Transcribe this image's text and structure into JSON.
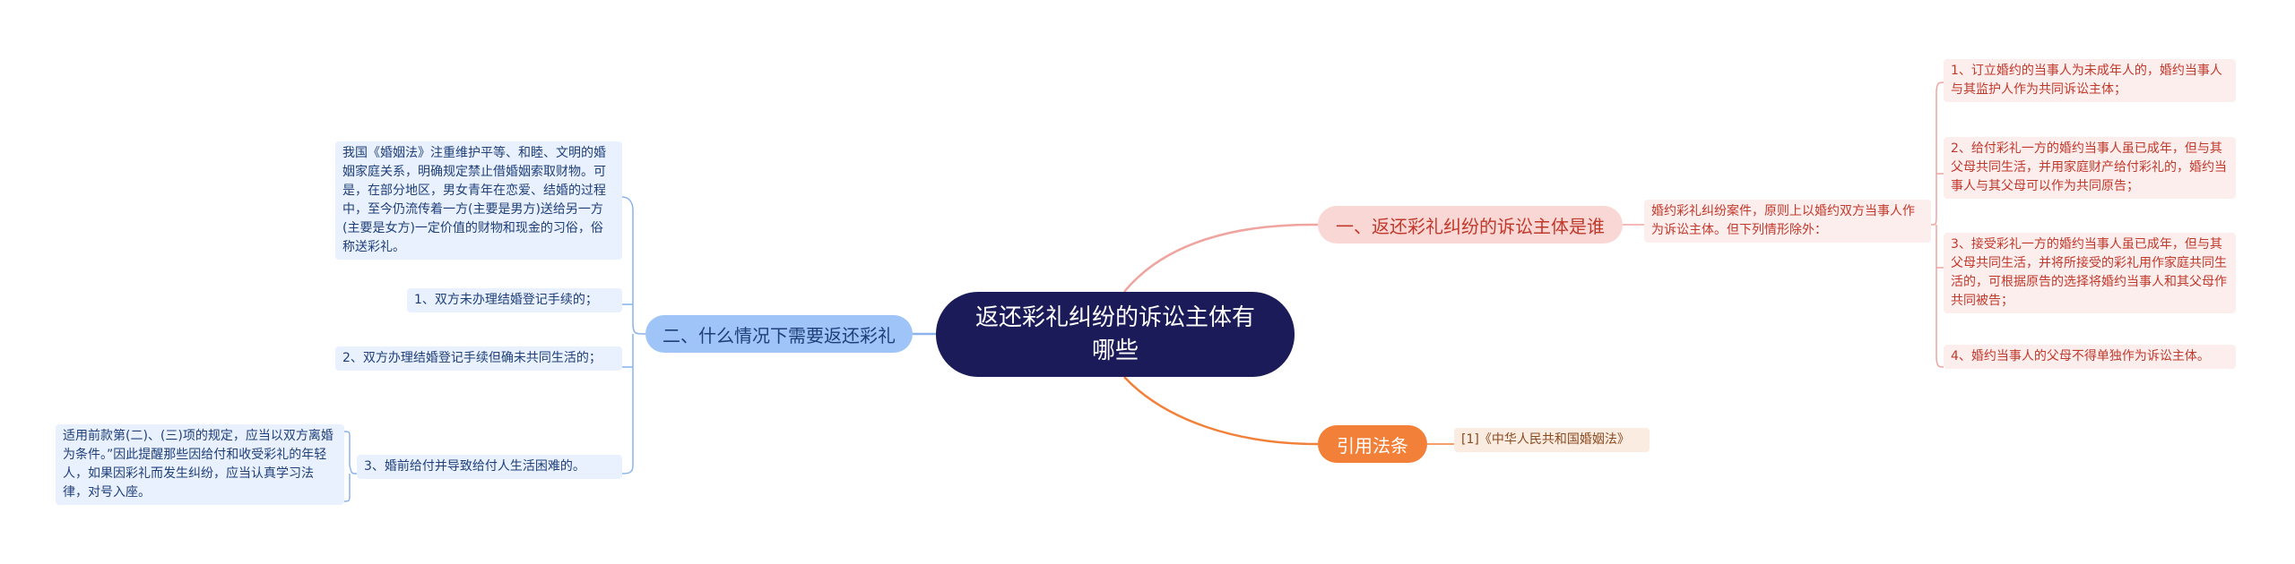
{
  "root": {
    "title": "返还彩礼纠纷的诉讼主体有哪些"
  },
  "branches": {
    "parties": {
      "label": "一、返还彩礼纠纷的诉讼主体是谁",
      "intro": "婚约彩礼纠纷案件，原则上以婚约双方当事人作为诉讼主体。但下列情形除外：",
      "items": [
        "1、订立婚约的当事人为未成年人的，婚约当事人与其监护人作为共同诉讼主体；",
        "2、给付彩礼一方的婚约当事人虽已成年，但与其父母共同生活，并用家庭财产给付彩礼的，婚约当事人与其父母可以作为共同原告；",
        "3、接受彩礼一方的婚约当事人虽已成年，但与其父母共同生活，并将所接受的彩礼用作家庭共同生活的，可根据原告的选择将婚约当事人和其父母作共同被告；",
        "4、婚约当事人的父母不得单独作为诉讼主体。"
      ]
    },
    "when": {
      "label": "二、什么情况下需要返还彩礼",
      "background": "我国《婚姻法》注重维护平等、和睦、文明的婚姻家庭关系，明确规定禁止借婚姻索取财物。可是，在部分地区，男女青年在恋爱、结婚的过程中，至今仍流传着一方(主要是男方)送给另一方(主要是女方)一定价值的财物和现金的习俗，俗称送彩礼。",
      "items": [
        "1、双方未办理结婚登记手续的；",
        "2、双方办理结婚登记手续但确未共同生活的；",
        "3、婚前给付并导致给付人生活困难的。"
      ],
      "note": "适用前款第(二)、(三)项的规定，应当以双方离婚为条件。”因此提醒那些因给付和收受彩礼的年轻人，如果因彩礼而发生纠纷，应当认真学习法律，对号入座。"
    },
    "law": {
      "label": "引用法条",
      "ref": "[1]《中华人民共和国婚姻法》"
    }
  },
  "colors": {
    "root_bg": "#1c1b5a",
    "red_branch": "#f9d7d5",
    "red_line": "#f0a4a0",
    "blue_branch": "#9fc5f8",
    "blue_line": "#8ab4ea",
    "orange_branch": "#f28038",
    "orange_line": "#f28038"
  }
}
